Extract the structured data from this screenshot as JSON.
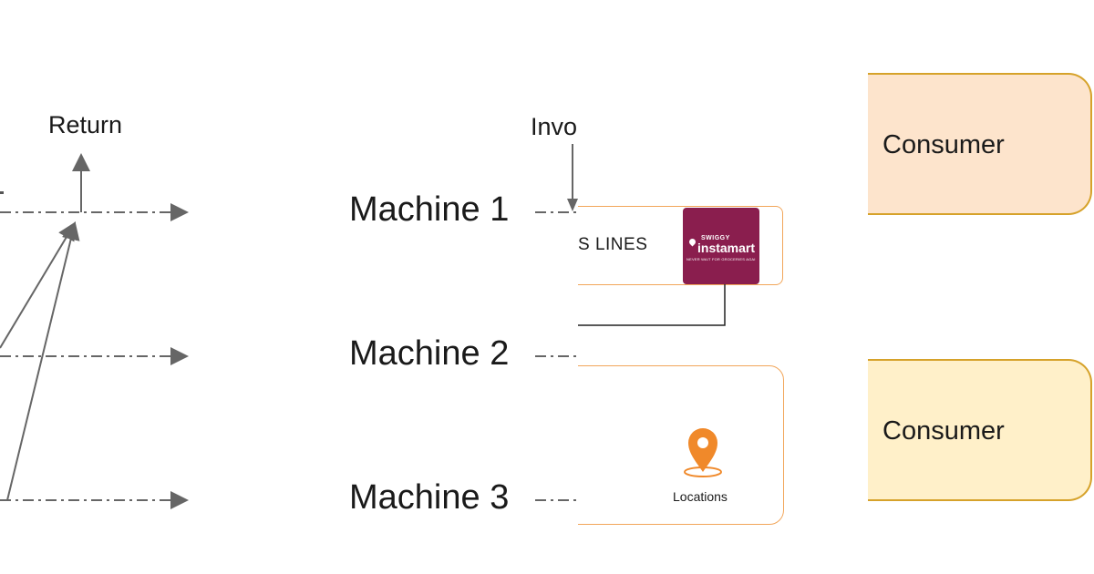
{
  "timeline": {
    "return_label": "Return"
  },
  "machines": {
    "invoke_label_partial": "Invo",
    "items": [
      {
        "label": "Machine 1"
      },
      {
        "label": "Machine 2"
      },
      {
        "label": "Machine 3"
      }
    ]
  },
  "cards": {
    "top_card_text": "S LINES",
    "brand": {
      "small": "SWIGGY",
      "name": "instamart",
      "tagline": "NEVER WAIT FOR GROCERIES AGAIN"
    },
    "locations_label": "Locations",
    "colors": {
      "card_border": "#f2a65a",
      "brand_bg": "#8a1e4e",
      "pin": "#f0892a"
    }
  },
  "consumers": {
    "items": [
      {
        "label": "Consumer",
        "fill": "#fde4cc"
      },
      {
        "label": "Consumer",
        "fill": "#fff0c9"
      }
    ],
    "border_color": "#d6a22a"
  }
}
